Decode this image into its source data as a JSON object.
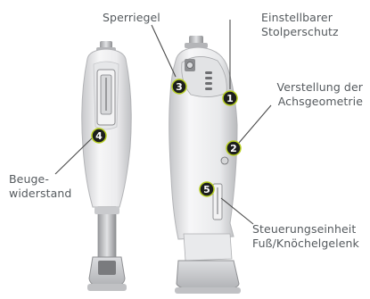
{
  "labels": {
    "sperriegel": "Sperriegel",
    "stolperschutz": [
      "Einstellbarer",
      "Stolperschutz"
    ],
    "achsgeometrie": [
      "Verstellung der",
      "Achsgeometrie"
    ],
    "beugewiderstand": [
      "Beuge-",
      "widerstand"
    ],
    "steuerung": [
      "Steuerungseinheit",
      "Fuß/Knöchelgelenk"
    ]
  },
  "markers": {
    "m1": "1",
    "m2": "2",
    "m3": "3",
    "m4": "4",
    "m5": "5"
  },
  "colors": {
    "marker_fill": "#1d1f1d",
    "marker_ring": "#b7cf1f",
    "marker_text": "#ffffff",
    "leader": "#4a4a4a",
    "label_text": "#555a5e",
    "device_body": "#ededee",
    "device_shadow": "#c9cacd"
  }
}
